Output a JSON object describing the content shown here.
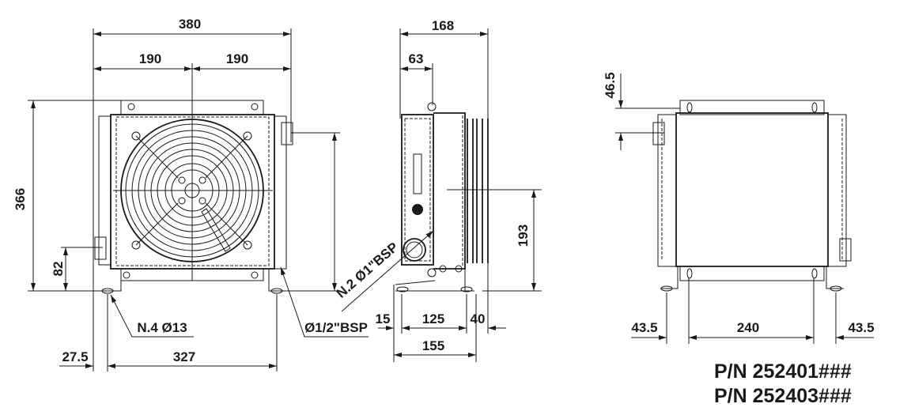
{
  "front_view": {
    "width_total": "380",
    "half_left": "190",
    "half_right": "190",
    "height_total": "366",
    "port_height": "82",
    "mount_holes": "N.4 Ø13",
    "drain_port": "Ø1/2\"BSP",
    "foot_offset": "27.5",
    "foot_spacing": "327"
  },
  "side_view": {
    "depth_total": "168",
    "core_depth": "63",
    "ports": "N.2 Ø1\"BSP",
    "foot_front": "15",
    "foot_spacing": "125",
    "foot_rear": "40",
    "foot_total": "155",
    "center_height": "193"
  },
  "rear_view": {
    "port_offset": "46.5",
    "offset_left": "43.5",
    "bracket_spacing": "240",
    "offset_right": "43.5"
  },
  "part_numbers": [
    "P/N 252401###",
    "P/N 252403###"
  ]
}
